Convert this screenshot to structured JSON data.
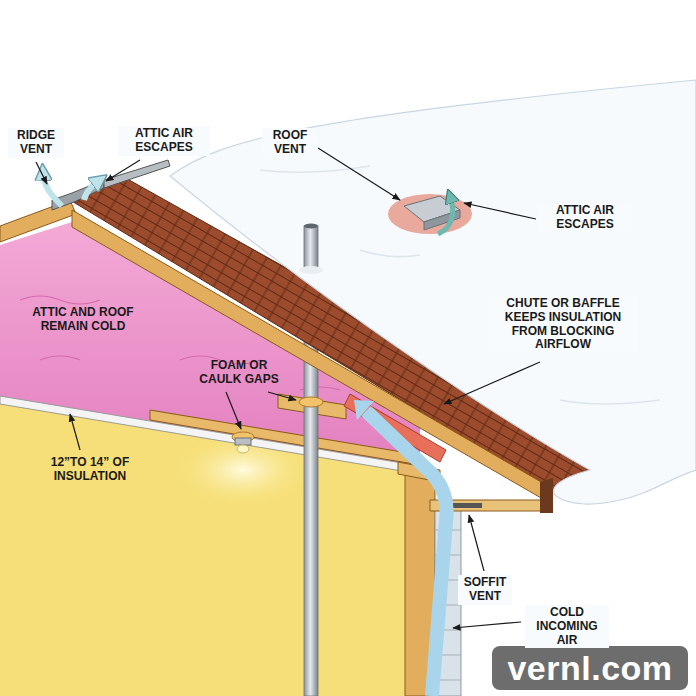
{
  "diagram": {
    "labels": [
      "RIDGE VENT",
      "ATTIC AIR ESCAPES",
      "ROOF VENT",
      "ATTIC AIR ESCAPES",
      "ATTIC AND ROOF REMAIN COLD",
      "FOAM OR CAULK GAPS",
      "CHUTE OR BAFFLE KEEPS INSULATION FROM BLOCKING AIRFLOW",
      "12”TO 14” OF INSULATION",
      "SOFFIT VENT",
      "COLD INCOMING AIR",
      "vernl.com"
    ]
  }
}
